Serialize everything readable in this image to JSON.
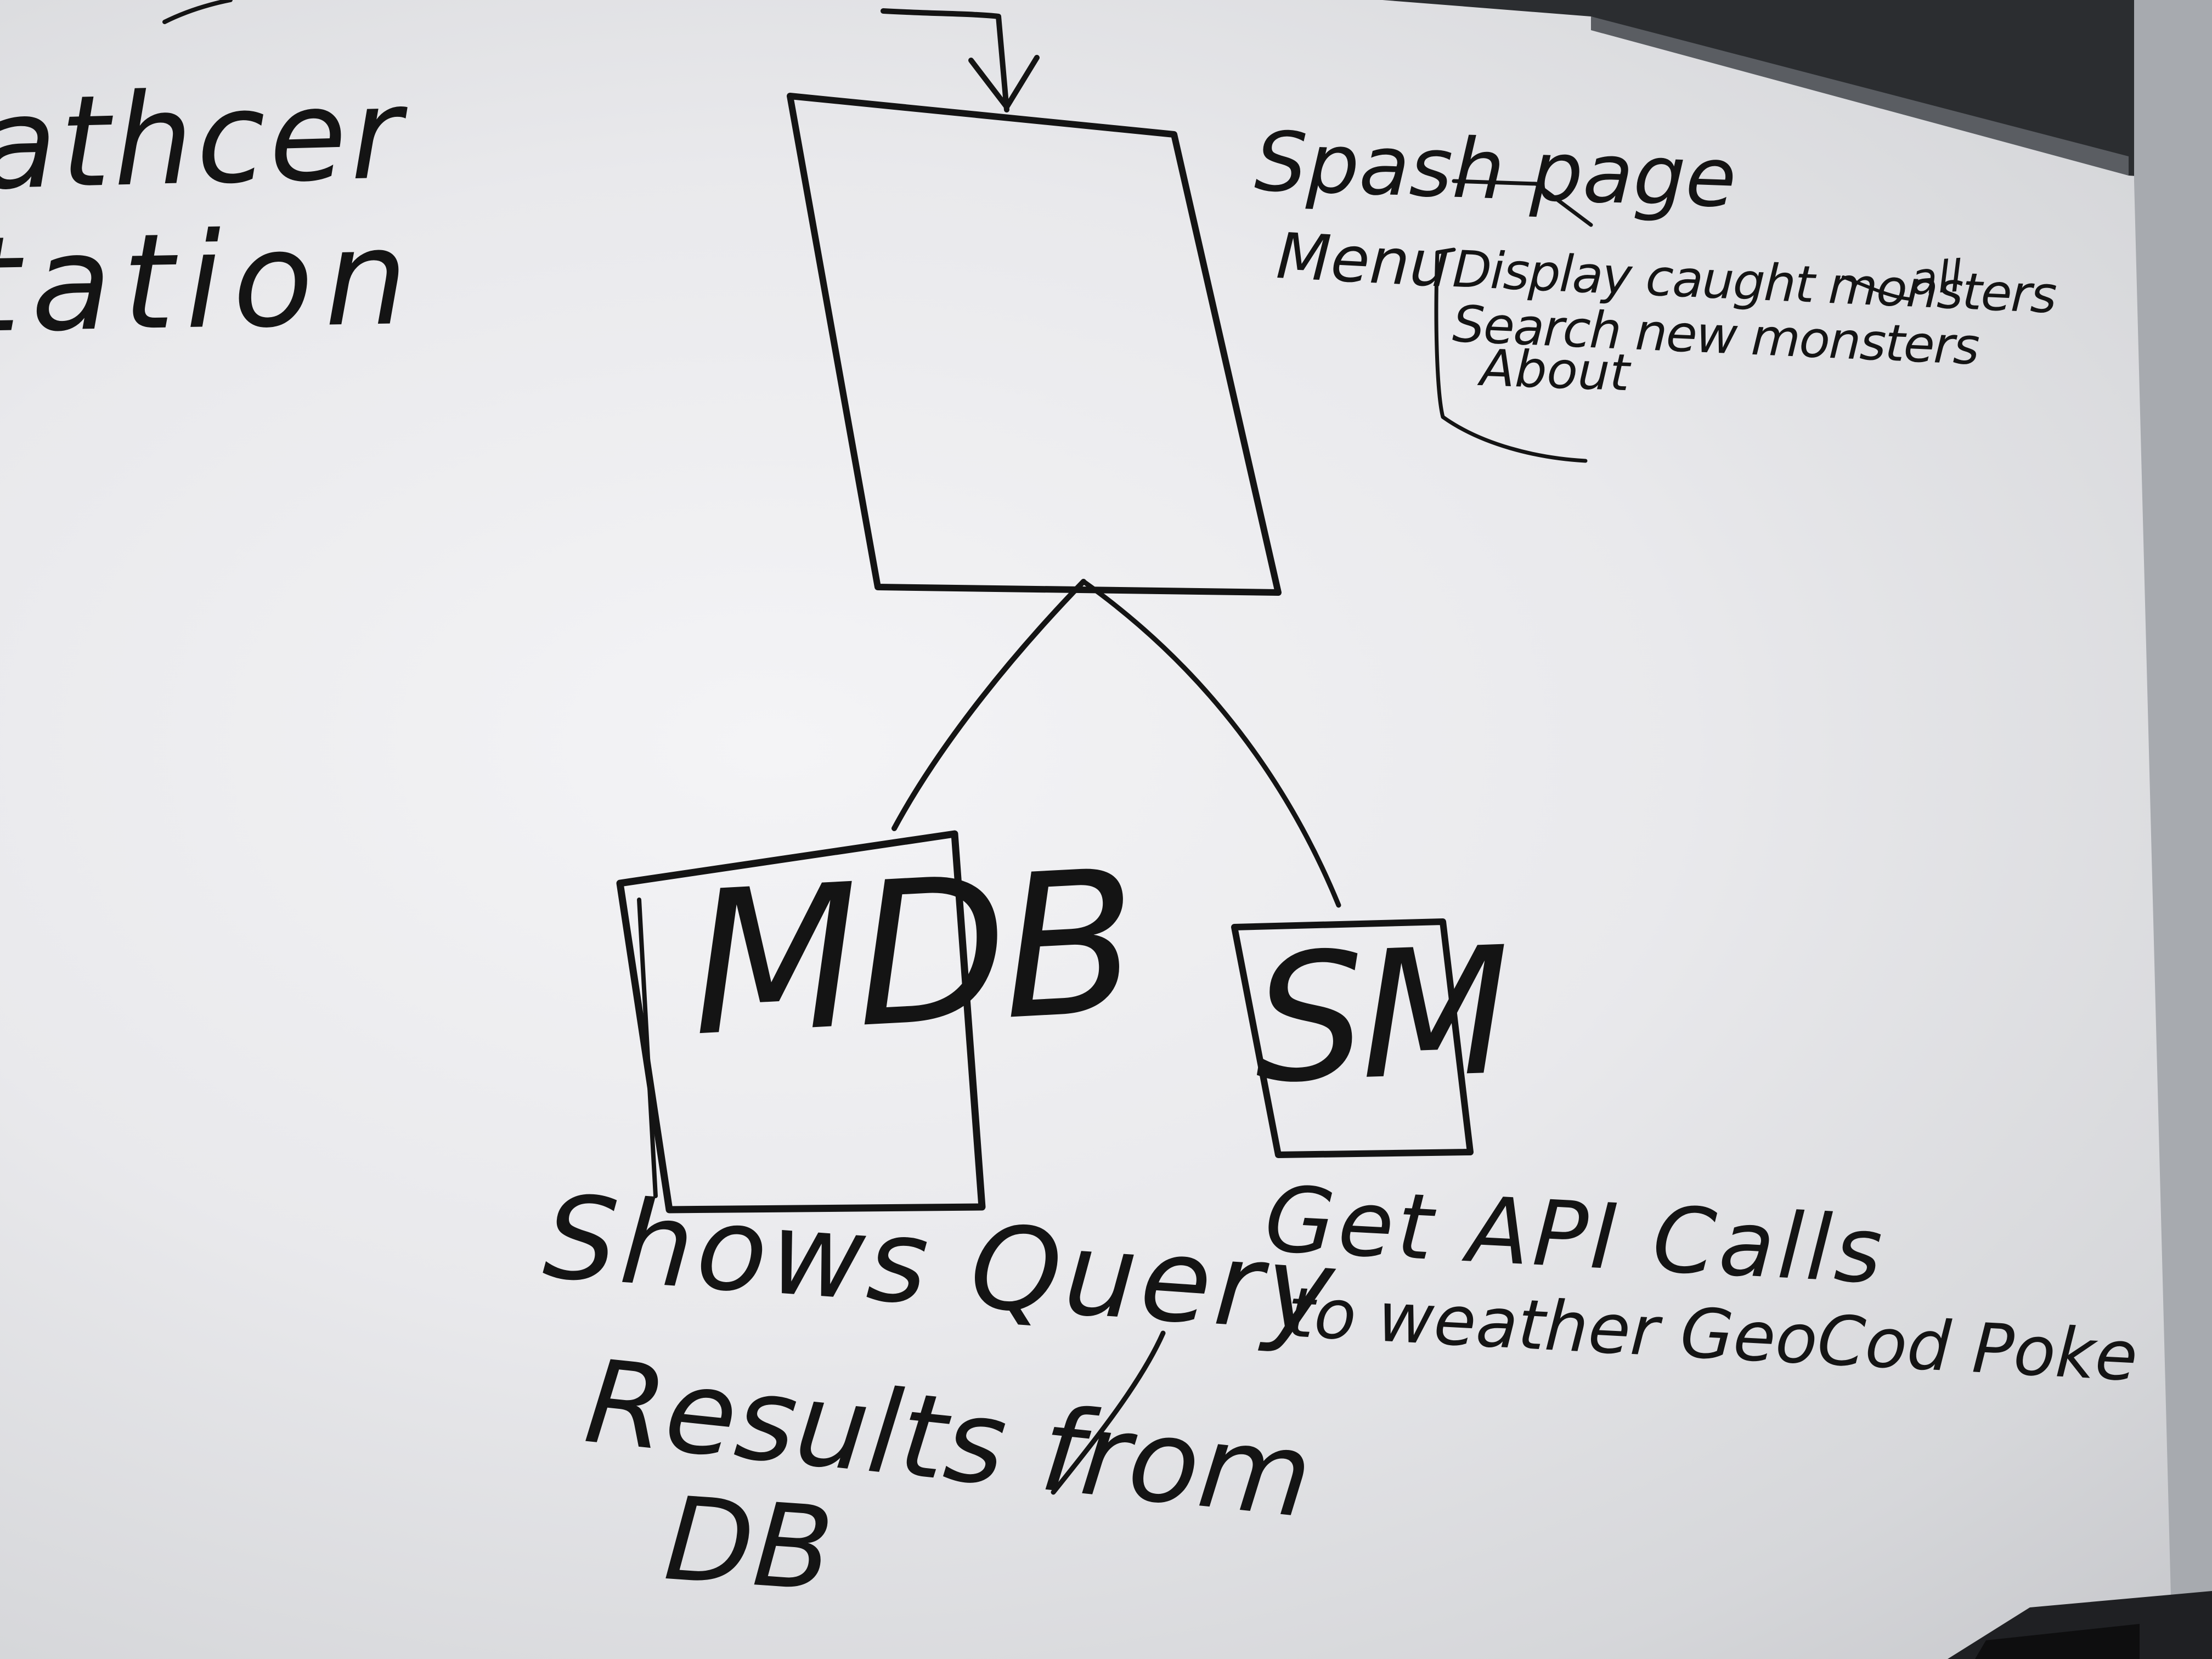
{
  "whiteboard": {
    "title_line1": "athcer",
    "title_line2": "tation",
    "splash_label": "Spash page",
    "menu_label": "Menu",
    "menu_items": [
      "Display caught monsters",
      "Search new monsters",
      "About"
    ],
    "menu_note": "all",
    "box_left_label": "MDB",
    "box_right_label": "SM",
    "box_left_caption": [
      "Shows Query",
      "Results from",
      "DB"
    ],
    "box_right_caption": [
      "Get API Calls",
      "to weather GeoCod Poke"
    ]
  },
  "colors": {
    "board": "#eeeef1",
    "ink": "#141414",
    "frame": "#2b2d30"
  }
}
